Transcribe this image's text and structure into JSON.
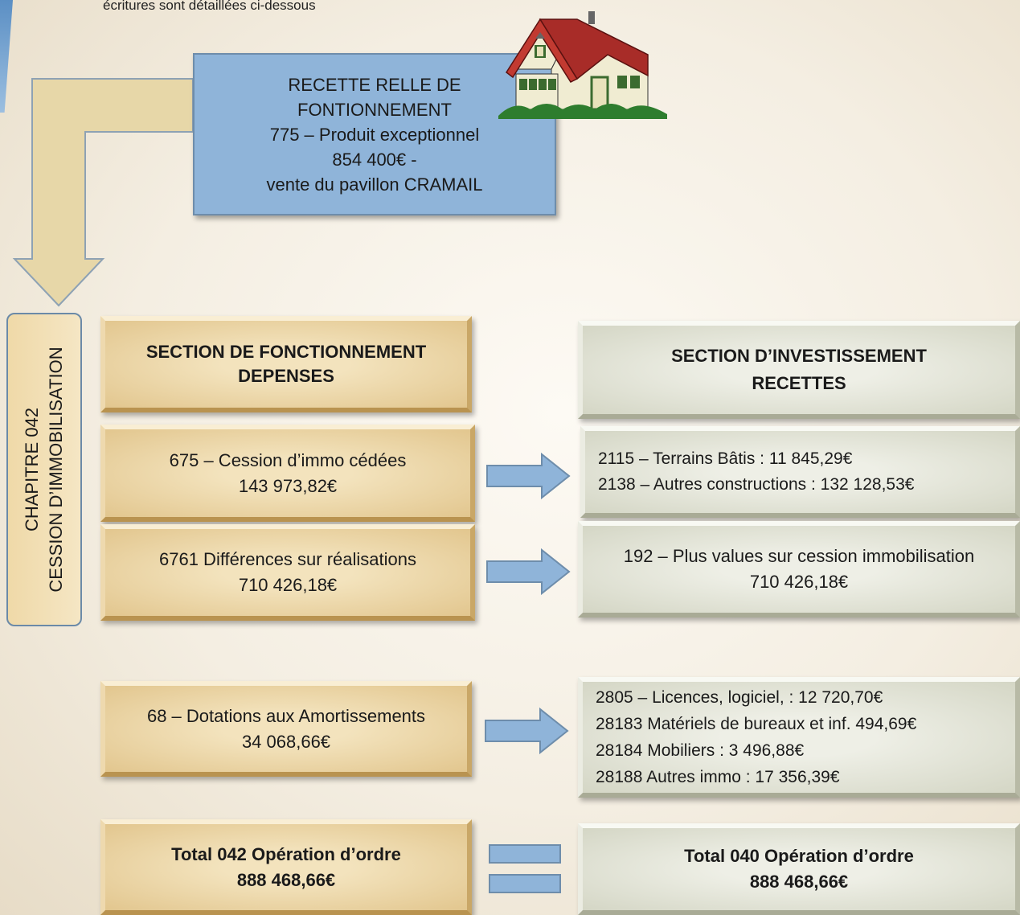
{
  "intro_text": "écritures sont détaillées ci-dessous",
  "recette": {
    "line1": "RECETTE RELLE  DE",
    "line2": "FONTIONNEMENT",
    "line3": "775 – Produit exceptionnel",
    "line4": "854 400€ -",
    "line5": "vente du pavillon CRAMAIL"
  },
  "chapitre": {
    "line1": "CHAPITRE 042",
    "line2": "CESSION D’IMMOBILISATION"
  },
  "section_fonct": {
    "line1": "SECTION DE FONCTIONNEMENT",
    "line2": "DEPENSES"
  },
  "section_invest": {
    "line1": "SECTION D’INVESTISSEMENT",
    "line2": "RECETTES"
  },
  "rows": [
    {
      "left": [
        "675 – Cession d’immo cédées",
        "143 973,82€"
      ],
      "right": [
        "2115 – Terrains Bâtis : 11 845,29€",
        "2138 – Autres constructions : 132 128,53€"
      ]
    },
    {
      "left": [
        "6761 Différences sur réalisations",
        "710 426,18€"
      ],
      "right": [
        "192 – Plus values sur cession immobilisation",
        "710 426,18€"
      ]
    },
    {
      "left": [
        "68 – Dotations aux Amortissements",
        "34 068,66€"
      ],
      "right": [
        "2805 – Licences, logiciel, : 12 720,70€",
        "28183 Matériels de bureaux et inf. 494,69€",
        "28184 Mobiliers : 3 496,88€",
        "28188 Autres immo : 17 356,39€"
      ]
    }
  ],
  "total_left": {
    "line1": "Total 042 Opération d’ordre",
    "line2": "888 468,66€"
  },
  "total_right": {
    "line1": "Total 040 Opération d’ordre",
    "line2": "888 468,66€"
  },
  "colors": {
    "blue_box": "#8fb4d9",
    "tan_box": "#e2c68e",
    "grey_box": "#d4d6c5",
    "arrow_fill": "#8fb4d9",
    "bent_arrow_fill": "#e7d7a8"
  }
}
